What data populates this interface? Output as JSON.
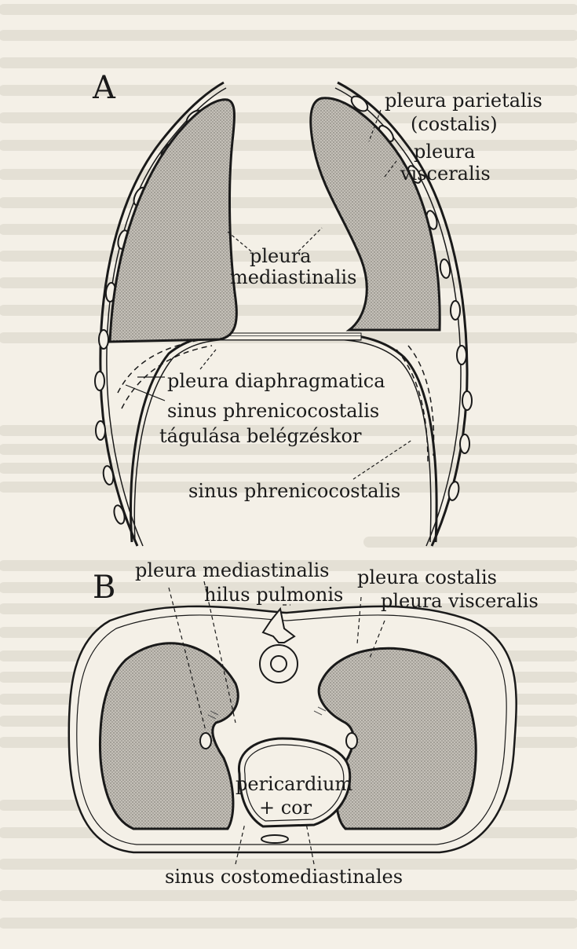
{
  "panel_a": {
    "letter": "A",
    "labels": {
      "pleura_parietalis": "pleura parietalis",
      "costalis": "(costalis)",
      "pleura_visceralis_1": "pleura",
      "pleura_visceralis_2": "visceralis",
      "pleura_mediastinalis_1": "pleura",
      "pleura_mediastinalis_2": "mediastinalis",
      "pleura_diaphragmatica": "pleura diaphragmatica",
      "sinus_phrenicocostalis_left": "sinus phrenicocostalis",
      "tagulasa": "tágulása belégzéskor",
      "sinus_phrenicocostalis_right": "sinus phrenicocostalis"
    }
  },
  "panel_b": {
    "letter": "B",
    "labels": {
      "pleura_mediastinalis": "pleura mediastinalis",
      "hilus_pulmonis": "hilus pulmonis",
      "pleura_costalis": "pleura costalis",
      "pleura_visceralis": "pleura visceralis",
      "pericardium": "pericardium",
      "cor": "+ cor",
      "sinus_costomediastinales": "sinus costomediastinales"
    }
  },
  "colors": {
    "ink": "#1a1a1a",
    "lung_fill": "#b9b5ad",
    "paper": "#f4f0e7"
  }
}
